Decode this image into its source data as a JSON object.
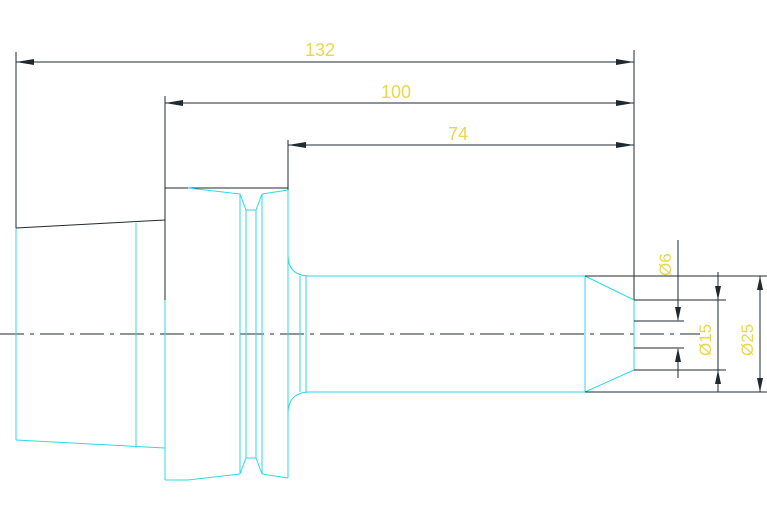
{
  "drawing": {
    "part_color": "#2fd8e8",
    "dimension_text_color": "#e8d84a",
    "line_color": "#1f2a30",
    "dimensions": {
      "overall_length": "132",
      "length_100": "100",
      "length_74": "74",
      "dia_6": "Ø6",
      "dia_15": "Ø15",
      "dia_25": "Ø25"
    }
  }
}
